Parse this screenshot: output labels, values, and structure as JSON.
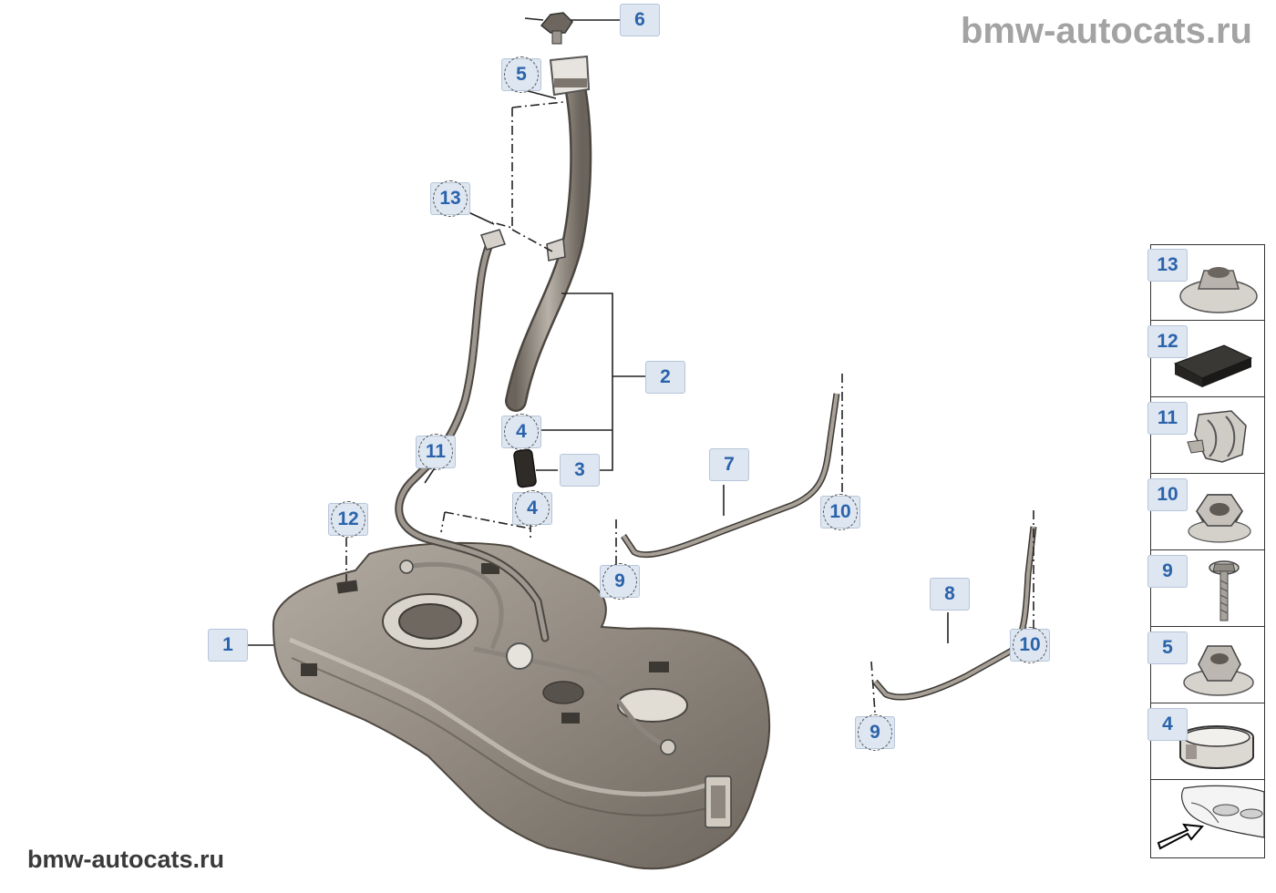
{
  "watermarks": {
    "top": "bmw-autocats.ru",
    "bottom": "bmw-autocats.ru"
  },
  "callouts": [
    {
      "id": "c6",
      "label": "6"
    },
    {
      "id": "c5",
      "label": "5"
    },
    {
      "id": "c13",
      "label": "13"
    },
    {
      "id": "c2",
      "label": "2"
    },
    {
      "id": "c4a",
      "label": "4"
    },
    {
      "id": "c3",
      "label": "3"
    },
    {
      "id": "c4b",
      "label": "4"
    },
    {
      "id": "c11",
      "label": "11"
    },
    {
      "id": "c12",
      "label": "12"
    },
    {
      "id": "c1",
      "label": "1"
    },
    {
      "id": "c7",
      "label": "7"
    },
    {
      "id": "c10a",
      "label": "10"
    },
    {
      "id": "c9a",
      "label": "9"
    },
    {
      "id": "c8",
      "label": "8"
    },
    {
      "id": "c10b",
      "label": "10"
    },
    {
      "id": "c9b",
      "label": "9"
    }
  ],
  "legend": [
    {
      "label": "13",
      "part": "flange-nut-icon"
    },
    {
      "label": "12",
      "part": "foam-pad-icon"
    },
    {
      "label": "11",
      "part": "hose-clip-icon"
    },
    {
      "label": "10",
      "part": "hex-nut-icon"
    },
    {
      "label": "9",
      "part": "bolt-icon"
    },
    {
      "label": "5",
      "part": "flange-nut-icon"
    },
    {
      "label": "4",
      "part": "hose-clamp-icon"
    }
  ],
  "legend_car_icon": "car-front-direction-icon"
}
